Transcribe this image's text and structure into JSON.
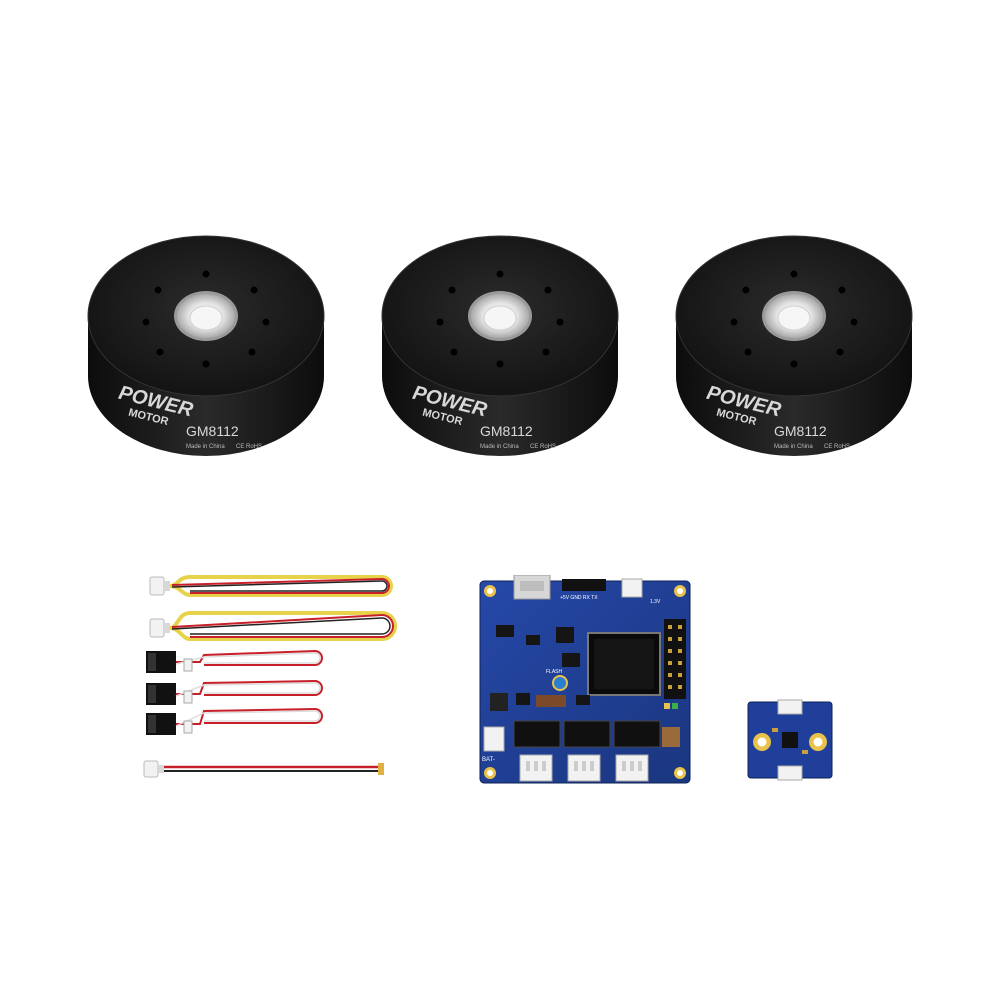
{
  "motors": [
    {
      "brand_top": "POWER",
      "brand_bottom": "MOTOR",
      "model": "GM8112",
      "origin": "Made in China",
      "marks": "CE RoHS"
    },
    {
      "brand_top": "POWER",
      "brand_bottom": "MOTOR",
      "model": "GM8112",
      "origin": "Made in China",
      "marks": "CE RoHS"
    },
    {
      "brand_top": "POWER",
      "brand_bottom": "MOTOR",
      "model": "GM8112",
      "origin": "Made in China",
      "marks": "CE RoHS"
    }
  ],
  "controller_board": {
    "header_label": "+5V GND RX TX",
    "flash_label": "FLASH",
    "bat_label": "BAT-",
    "right_label": "1.3V"
  },
  "colors": {
    "motor_body": "#1a1a1a",
    "pcb_blue": "#1f3f9a",
    "wire_red": "#c8202a",
    "wire_yellow": "#e8d24a",
    "connector_white": "#f2f2f2"
  }
}
